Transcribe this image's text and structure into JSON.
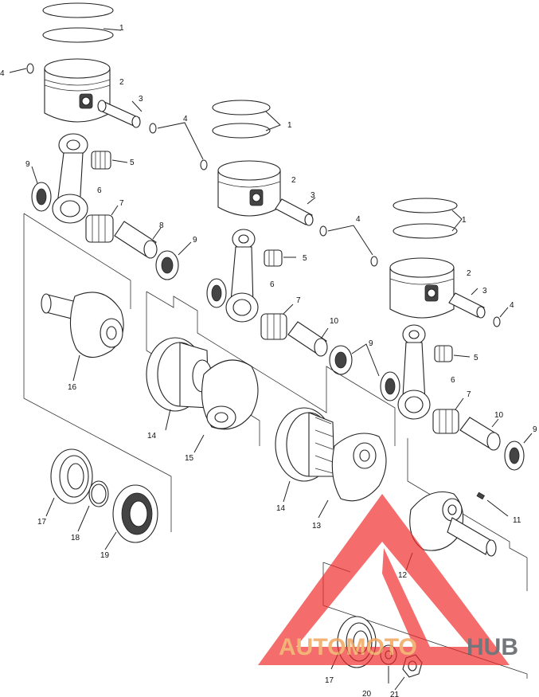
{
  "diagram": {
    "callouts": [
      {
        "text": "1"
      },
      {
        "text": "4"
      },
      {
        "text": "2"
      },
      {
        "text": "3"
      },
      {
        "text": "4"
      },
      {
        "text": "1"
      },
      {
        "text": "5"
      },
      {
        "text": "9"
      },
      {
        "text": "6"
      },
      {
        "text": "2"
      },
      {
        "text": "7"
      },
      {
        "text": "3"
      },
      {
        "text": "8"
      },
      {
        "text": "1"
      },
      {
        "text": "4"
      },
      {
        "text": "9"
      },
      {
        "text": "5"
      },
      {
        "text": "6"
      },
      {
        "text": "2"
      },
      {
        "text": "7"
      },
      {
        "text": "3"
      },
      {
        "text": "10"
      },
      {
        "text": "4"
      },
      {
        "text": "9"
      },
      {
        "text": "16"
      },
      {
        "text": "5"
      },
      {
        "text": "6"
      },
      {
        "text": "7"
      },
      {
        "text": "10"
      },
      {
        "text": "9"
      },
      {
        "text": "14"
      },
      {
        "text": "15"
      },
      {
        "text": "14"
      },
      {
        "text": "13"
      },
      {
        "text": "11"
      },
      {
        "text": "17"
      },
      {
        "text": "18"
      },
      {
        "text": "19"
      },
      {
        "text": "12"
      },
      {
        "text": "17"
      },
      {
        "text": "20"
      },
      {
        "text": "21"
      }
    ]
  },
  "watermark": {
    "text_part1": "AUTOMOTO",
    "text_part2": "HUB",
    "color_primary": "#f0a35a",
    "color_secondary": "#555a60",
    "logo_color": "#ee2b2b"
  }
}
